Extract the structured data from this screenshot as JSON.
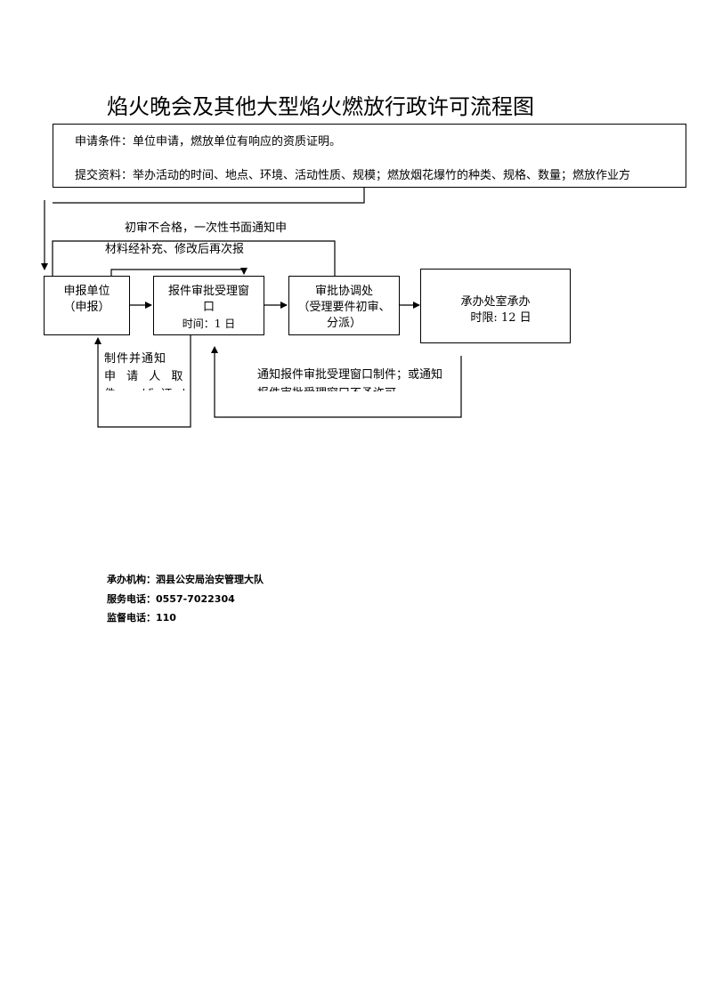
{
  "title": "焰火晚会及其他大型焰火燃放行政许可流程图",
  "conditions": {
    "line1": "申请条件：单位申请，燃放单位有响应的资质证明。",
    "line2": "提交资料：举办活动的时间、地点、环境、活动性质、规模；燃放烟花爆竹的种类、规格、数量；燃放作业方"
  },
  "notes": {
    "reject_line1": "初审不合格，一次性书面通知申",
    "reject_line2": "材料经补充、修改后再次报",
    "notify_line1": "制件并通知",
    "notify_line2": "申 请 人 取",
    "notify_line3": "件 、 ば 证 ト",
    "deny_line1": "通知报件审批受理窗口制件；或通知",
    "deny_line2": "报件审批受理窗口不予许可"
  },
  "boxes": {
    "applicant_line1": "申报单位",
    "applicant_line2": "（申报）",
    "window_line1": "报件审批受理窗",
    "window_line2": "口",
    "window_line3": "时间：1 日",
    "coord_line1": "审批协调处",
    "coord_line2": "（受理要件初审、",
    "coord_line3": "分派）",
    "office_line1": "承办处室承办",
    "office_line2": "时限: 12 日"
  },
  "footer": {
    "org": "承办机构：泗县公安局治安管理大队",
    "phone": "服务电话：0557-7022304",
    "supervise": "监督电话：110"
  }
}
